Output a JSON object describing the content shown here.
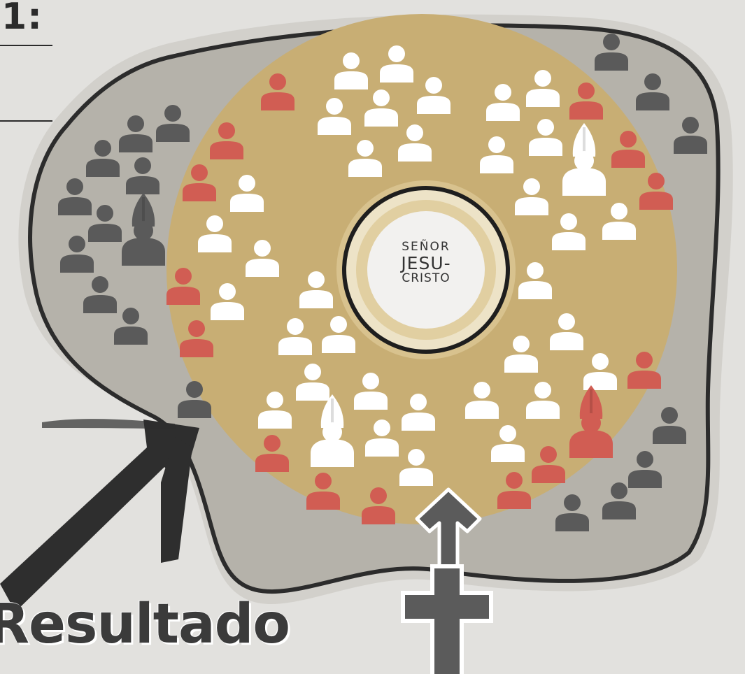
{
  "header": {
    "step_label": "1:"
  },
  "center": {
    "line1": "SEÑOR",
    "line2": "JESU-",
    "line3": "CRISTO"
  },
  "footer": {
    "title": "Resultado"
  },
  "colors": {
    "background": "#e2e1de",
    "outer_region": "#b5b2aa",
    "inner_circle": "#c8ae74",
    "core_outer": "#d8c28e",
    "core_ring": "#ede3c7",
    "core_center": "#f2f1ef",
    "outline": "#2c2c2c",
    "person_white": "#ffffff",
    "person_red": "#d15d53",
    "person_gray": "#5a5a5a",
    "cross": "#5b5b5b",
    "arrow_up": "#5b5b5b"
  },
  "icons": {
    "person": "person-icon",
    "bishop": "bishop-icon",
    "cross": "cross-icon",
    "arrow": "arrow-icon"
  }
}
